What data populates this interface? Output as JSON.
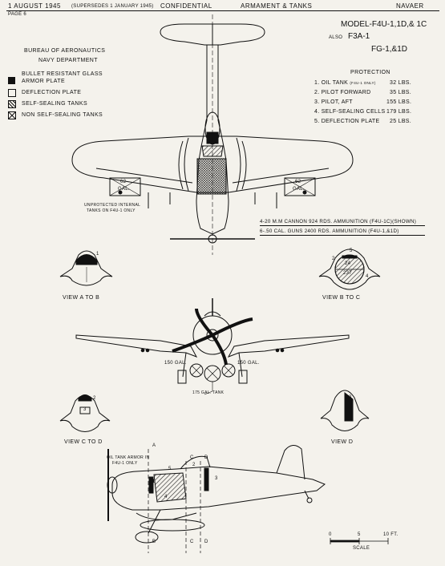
{
  "header": {
    "date": "1  AUGUST  1945",
    "supersedes": "(SUPERSEDES 1 JANUARY 1945)",
    "page": "PAGE 6",
    "classification": "CONFIDENTIAL",
    "section": "ARMAMENT & TANKS",
    "publisher": "NAVAER"
  },
  "model": {
    "line1": "MODEL-F4U-1,1D,& 1C",
    "also_label": "ALSO",
    "line2": "F3A-1",
    "line3": "FG-1,&1D"
  },
  "bureau": {
    "line1": "BUREAU OF AERONAUTICS",
    "line2": "NAVY DEPARTMENT"
  },
  "legend": [
    {
      "label": "BULLET RESISTANT GLASS",
      "sub": "ARMOR PLATE",
      "symbol": "solid"
    },
    {
      "label": "DEFLECTION PLATE",
      "symbol": "blank"
    },
    {
      "label": "SELF-SEALING TANKS",
      "symbol": "hatch"
    },
    {
      "label": "NON SELF-SEALING TANKS",
      "symbol": "cross"
    }
  ],
  "protection": {
    "title": "PROTECTION",
    "items": [
      {
        "num": "1.",
        "name": "OIL TANK",
        "note": "(F4U-1 ONLY)",
        "weight": "32",
        "unit": "LBS."
      },
      {
        "num": "2.",
        "name": "PILOT FORWARD",
        "note": "",
        "weight": "35",
        "unit": "LBS."
      },
      {
        "num": "3.",
        "name": "PILOT, AFT",
        "note": "",
        "weight": "155",
        "unit": "LBS."
      },
      {
        "num": "4.",
        "name": "SELF-SEALING CELLS",
        "note": "",
        "weight": "179",
        "unit": "LBS."
      },
      {
        "num": "5.",
        "name": "DEFLECTION PLATE",
        "note": "",
        "weight": "25",
        "unit": "LBS."
      }
    ]
  },
  "plan_view": {
    "tank_left": "62\nGAL.",
    "tank_left_a": "62",
    "tank_left_b": "GAL.",
    "tank_right_a": "62",
    "tank_right_b": "GAL.",
    "unprotected_1": "UNPROTECTED INTERNAL",
    "unprotected_2": "TANKS ON F4U-1 ONLY"
  },
  "armament": {
    "line1": "4-20 M.M CANNON 924 RDS. AMMUNITION (F4U-1C)(SHOWN)",
    "line2": "6-.50 CAL. GUNS 2400 RDS. AMMUNITION (F4U-1,&1D)"
  },
  "views": {
    "a_to_b": "VIEW  A  TO  B",
    "b_to_c": "VIEW  B  TO  C",
    "c_to_d": "VIEW  C  TO  D",
    "d": "VIEW  D",
    "view_a_num": "1",
    "view_b_n1": "5",
    "view_b_n2": "2",
    "view_b_v1": "24",
    "view_b_v2": "237",
    "view_b_n3": "4",
    "view_c_n1": "2",
    "view_c_n2": "3",
    "view_d_num": "3"
  },
  "front_view": {
    "left_tank": "150 GAL.",
    "right_tank": "150 GAL.",
    "center_tank": "175 GAL. TANK"
  },
  "side_view": {
    "oil_note_1": "OIL TANK ARMOR IN",
    "oil_note_2": "F4U-1 ONLY",
    "sec_a": "A",
    "sec_b": "B",
    "sec_c": "C",
    "sec_d": "D",
    "n1": "1",
    "n2": "2",
    "n3": "3",
    "n4": "4",
    "n5": "5"
  },
  "scale": {
    "t0": "0",
    "t5": "5",
    "t10": "10 FT.",
    "label": "SCALE"
  }
}
